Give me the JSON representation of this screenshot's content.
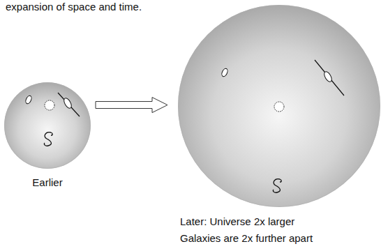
{
  "diagram": {
    "nodes": [
      {
        "text": [
          "Earlier"
        ]
      },
      {
        "text": [
          "Later: Universe 2x larger Galaxies are 2x further apart"
        ]
      }
    ],
    "edges": [
      {
        "from": 0,
        "to": 1,
        "arrow": "to"
      }
    ],
    "labels": [
      "expansion of space and time."
    ]
  }
}
